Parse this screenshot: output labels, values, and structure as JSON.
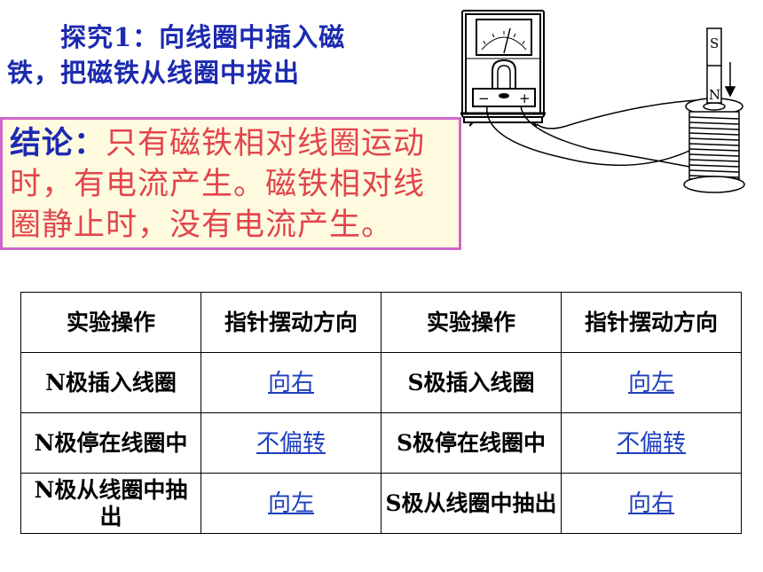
{
  "heading": {
    "line1": "探究1：向线圈中插入磁",
    "line2": "铁，把磁铁从线圈中拔出"
  },
  "conclusion": {
    "label": "结论：",
    "text": "只有磁铁相对线圈运动时，有电流产生。磁铁相对线圈静止时，没有电流产生。"
  },
  "apparatus": {
    "magnet_top": "S",
    "magnet_bottom": "N",
    "meter_minus": "−",
    "meter_plus": "+"
  },
  "table": {
    "headers": [
      "实验操作",
      "指针摆动方向",
      "实验操作",
      "指针摆动方向"
    ],
    "rows": [
      [
        "N极插入线圈",
        "向右",
        "S极插入线圈",
        "向左"
      ],
      [
        "N极停在线圈中",
        "不偏转",
        "S极停在线圈中",
        "不偏转"
      ],
      [
        "N极从线圈中抽出",
        "向左",
        "S极从线圈中抽出",
        "向右"
      ]
    ]
  }
}
